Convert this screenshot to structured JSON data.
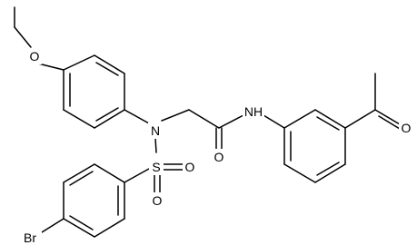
{
  "molecule": {
    "atoms": {
      "ethoxy_o": "O",
      "amine_n": "N",
      "sulfonyl_s": "S",
      "sulfonyl_o1": "O",
      "sulfonyl_o2": "O",
      "bromo": "Br",
      "amide_o": "O",
      "amide_nh": "NH",
      "acetyl_o": "O"
    }
  }
}
